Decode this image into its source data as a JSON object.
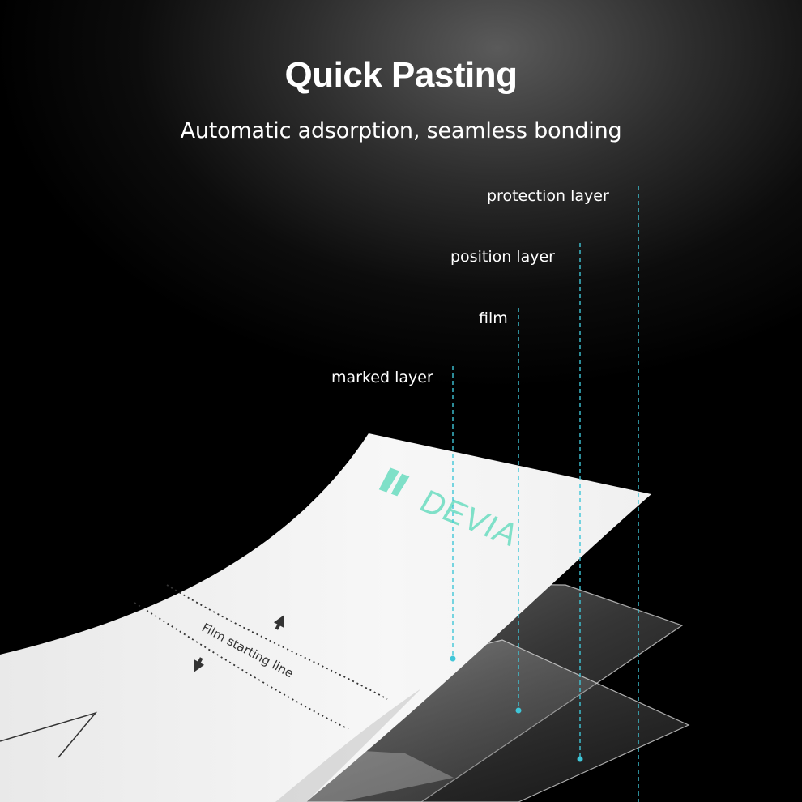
{
  "header": {
    "title": "Quick Pasting",
    "subtitle": "Automatic adsorption, seamless bonding"
  },
  "layers": {
    "protection": "protection layer",
    "position": "position layer",
    "film": "film",
    "marked": "marked layer"
  },
  "sheet": {
    "brand": "DEVIA",
    "start_line": "Film starting line"
  },
  "colors": {
    "leader": "#3fc6d8",
    "brand": "#7fe0c8",
    "sheet": "#f4f4f4"
  },
  "icons": [
    "arrow-up-icon",
    "arrow-down-icon",
    "brand-logo-icon"
  ]
}
